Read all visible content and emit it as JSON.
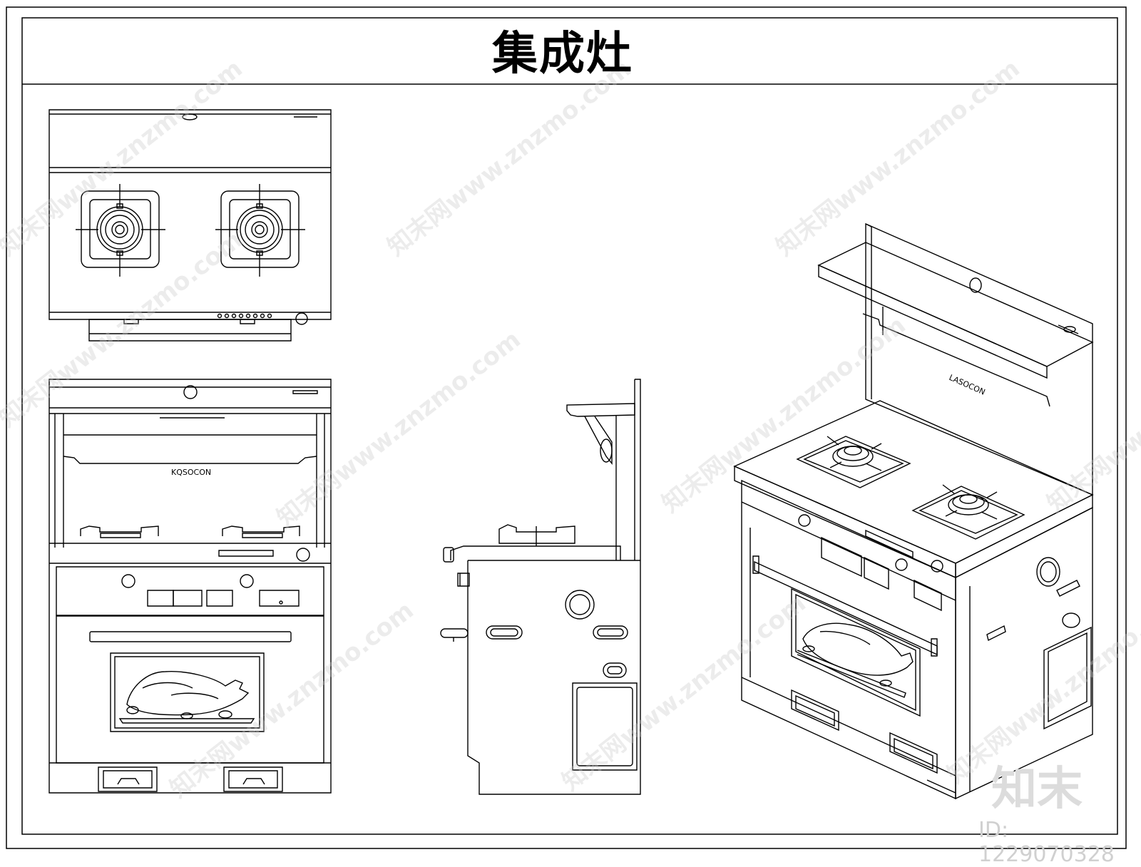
{
  "title": "集成灶",
  "front_view": {
    "brand_label": "KQSOCON"
  },
  "iso_view": {
    "brand_label": "LASOCON"
  },
  "watermark": {
    "text": "知末网www.znzmo.com",
    "logo": "知末",
    "id": "ID: 1229070328"
  }
}
